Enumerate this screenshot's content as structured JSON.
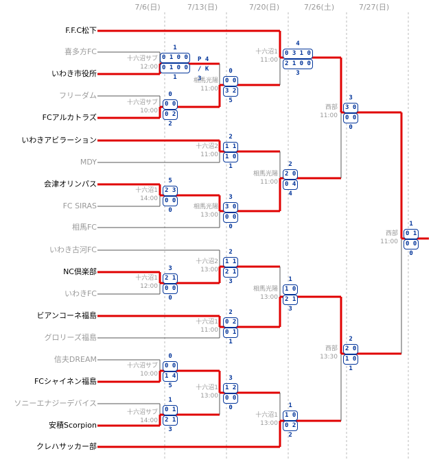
{
  "dates": [
    "7/6(日)",
    "7/13(日)",
    "7/20(日)",
    "7/26(土)",
    "7/27(日)"
  ],
  "teams": [
    "F.F.C松下",
    "喜多方FC",
    "いわき市役所",
    "フリーダム",
    "FCアルカトラズ",
    "いわきアビラーション",
    "MDY",
    "会津オリンパス",
    "FC SIRAS",
    "相馬FC",
    "いわき古河FC",
    "NC倶楽部",
    "いわきFC",
    "ビアンコーネ福島",
    "グロリーズ福島",
    "信夫DREAM",
    "FCシャイネン福島",
    "ソニーエナジーデバイス",
    "安積Scorpion",
    "クレハサッカー部"
  ],
  "winners": [
    0,
    2,
    4,
    5,
    7,
    11,
    13,
    16,
    18,
    19
  ],
  "matches": [
    {
      "venue": "十六沼1",
      "time": "11:00",
      "s1": "4",
      "h1": "0 3 1 0",
      "h2": "2 1 0 0",
      "s2": "3"
    },
    {
      "venue": "十六沼サブ",
      "time": "12:00",
      "s1": "1",
      "h1": "0 1 0 0",
      "h2": "0 1 0 0",
      "s2": "1",
      "pk": "P 4 / K 3"
    },
    {
      "venue": "相馬光陽",
      "time": "11:00",
      "s1": "0",
      "h1": "0 0",
      "h2": "3 2",
      "s2": "5"
    },
    {
      "venue": "十六沼サブ",
      "time": "10:00",
      "s1": "0",
      "h1": "0 0",
      "h2": "0 2",
      "s2": "2"
    },
    {
      "venue": "十六沼2",
      "time": "11:00",
      "s1": "2",
      "h1": "1 1",
      "h2": "1 0",
      "s2": "1"
    },
    {
      "venue": "十六沼1",
      "time": "14:00",
      "s1": "5",
      "h1": "2 3",
      "h2": "0 0",
      "s2": "0"
    },
    {
      "venue": "相馬光陽",
      "time": "13:00",
      "s1": "3",
      "h1": "3 0",
      "h2": "0 0",
      "s2": "0"
    },
    {
      "venue": "相馬光陽",
      "time": "11:00",
      "s1": "2",
      "h1": "2 0",
      "h2": "0 4",
      "s2": "4"
    },
    {
      "venue": "西部",
      "time": "11:00",
      "s1": "3",
      "h1": "3 0",
      "h2": "0 0",
      "s2": "0"
    },
    {
      "venue": "十六沼2",
      "time": "13:00",
      "s1": "2",
      "h1": "1 1",
      "h2": "2 1",
      "s2": "3"
    },
    {
      "venue": "十六沼1",
      "time": "12:00",
      "s1": "3",
      "h1": "2 1",
      "h2": "0 0",
      "s2": "0"
    },
    {
      "venue": "相馬光陽",
      "time": "13:00",
      "s1": "1",
      "h1": "1 0",
      "h2": "2 1",
      "s2": "3"
    },
    {
      "venue": "十六沼1",
      "time": "11:00",
      "s1": "2",
      "h1": "0 2",
      "h2": "0 1",
      "s2": "1"
    },
    {
      "venue": "十六沼サブ",
      "time": "10:00",
      "s1": "0",
      "h1": "0 0",
      "h2": "1 4",
      "s2": "5"
    },
    {
      "venue": "十六沼1",
      "time": "13:00",
      "s1": "3",
      "h1": "1 2",
      "h2": "0 0",
      "s2": "0"
    },
    {
      "venue": "十六沼サブ",
      "time": "14:00",
      "s1": "1",
      "h1": "0 1",
      "h2": "2 1",
      "s2": "3"
    },
    {
      "venue": "十六沼1",
      "time": "13:00",
      "s1": "1",
      "h1": "1 0",
      "h2": "0 2",
      "s2": "2"
    },
    {
      "venue": "西部",
      "time": "13:30",
      "s1": "2",
      "h1": "2 0",
      "h2": "1 0",
      "s2": "1"
    },
    {
      "venue": "西部",
      "time": "11:00",
      "s1": "1",
      "h1": "0 1",
      "h2": "0 0",
      "s2": "0"
    }
  ],
  "colors": {
    "win": "#e00000",
    "lose": "#555555",
    "grid": "#bbbbbb",
    "score": "#003399"
  }
}
